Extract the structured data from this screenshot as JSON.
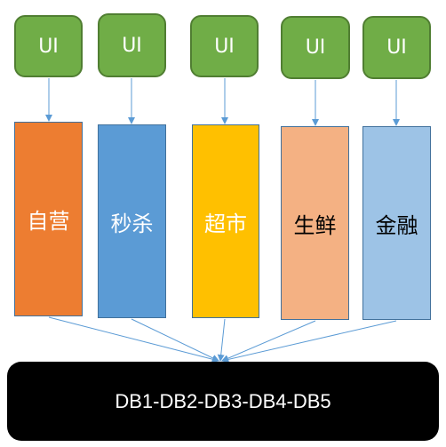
{
  "ui_boxes": [
    {
      "label": "UI"
    },
    {
      "label": "UI"
    },
    {
      "label": "UI"
    },
    {
      "label": "UI"
    },
    {
      "label": "UI"
    }
  ],
  "business_boxes": [
    {
      "label": "自营",
      "fill": "#ed7d31",
      "text_color": "#ffffff"
    },
    {
      "label": "秒杀",
      "fill": "#5b9bd5",
      "text_color": "#ffffff"
    },
    {
      "label": "超市",
      "fill": "#ffc000",
      "text_color": "#ffffff"
    },
    {
      "label": "生鲜",
      "fill": "#f4b183",
      "text_color": "#000000"
    },
    {
      "label": "金融",
      "fill": "#9dc3e6",
      "text_color": "#000000"
    }
  ],
  "database": {
    "label": "DB1-DB2-DB3-DB4-DB5"
  },
  "colors": {
    "ui_fill": "#70ad47",
    "ui_border": "#507e32",
    "arrow": "#5b9bd5",
    "database_fill": "#000000"
  }
}
